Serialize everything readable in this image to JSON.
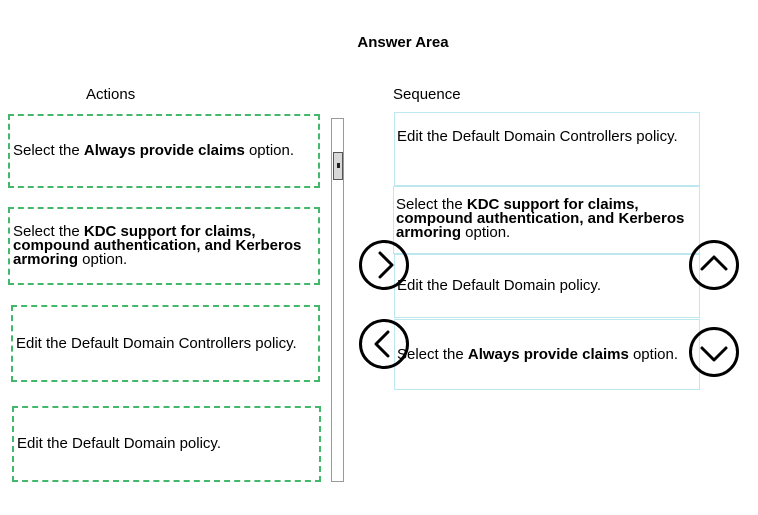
{
  "header": {
    "title": "Answer Area"
  },
  "actions": {
    "label": "Actions",
    "items": [
      {
        "pre": "Select the ",
        "bold": "Always provide claims",
        "post": " option."
      },
      {
        "pre": "Select the ",
        "bold": "KDC support for claims, compound authentication, and Kerberos armoring",
        "post": " option."
      },
      {
        "pre": "Edit the Default Domain Controllers policy.",
        "bold": "",
        "post": ""
      },
      {
        "pre": "Edit the Default Domain policy.",
        "bold": "",
        "post": ""
      }
    ]
  },
  "sequence": {
    "label": "Sequence",
    "items": [
      {
        "pre": "Edit the Default Domain Controllers policy.",
        "bold": "",
        "post": ""
      },
      {
        "pre": "Select the ",
        "bold": "KDC support for claims, compound authentication, and Kerberos armoring",
        "post": " option."
      },
      {
        "pre": "Edit the Default Domain policy.",
        "bold": "",
        "post": ""
      },
      {
        "pre": "Select the ",
        "bold": "Always provide claims",
        "post": " option."
      }
    ]
  },
  "controls": {
    "move_right_icon": "chevron-right-icon",
    "move_left_icon": "chevron-left-icon",
    "move_up_icon": "chevron-up-icon",
    "move_down_icon": "chevron-down-icon"
  },
  "colors": {
    "action_border": "#44b86a",
    "sequence_border": "#bde8f0"
  }
}
